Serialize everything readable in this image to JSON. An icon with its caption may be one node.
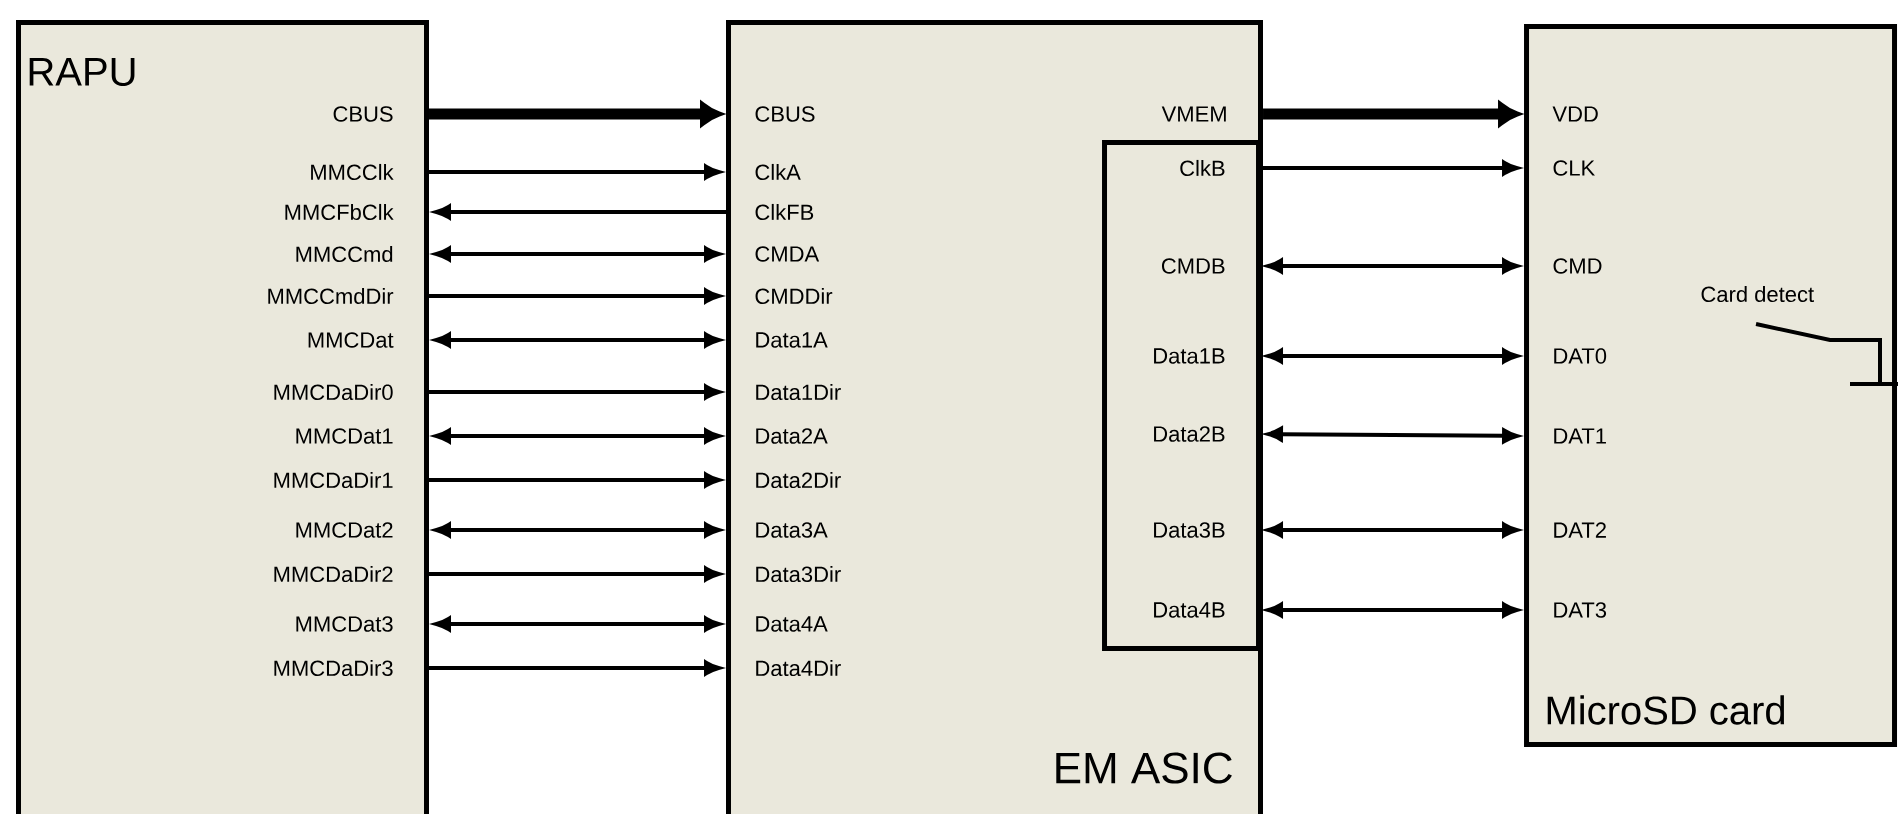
{
  "diagram": {
    "nodes": [
      {
        "text": [
          "RAPU"
        ]
      },
      {
        "text": [
          "CBUS"
        ],
        "in": 0
      },
      {
        "text": [
          "MMCClk"
        ],
        "in": 0
      },
      {
        "text": [
          "MMCFbClk"
        ],
        "in": 0
      },
      {
        "text": [
          "MMCCmd"
        ],
        "in": 0
      },
      {
        "text": [
          "MMCCmdDir"
        ],
        "in": 0
      },
      {
        "text": [
          "MMCDat"
        ],
        "in": 0
      },
      {
        "text": [
          "MMCDaDir0"
        ],
        "in": 0
      },
      {
        "text": [
          "MMCDat1"
        ],
        "in": 0
      },
      {
        "text": [
          "MMCDaDir1"
        ],
        "in": 0
      },
      {
        "text": [
          "MMCDat2"
        ],
        "in": 0
      },
      {
        "text": [
          "MMCDaDir2"
        ],
        "in": 0
      },
      {
        "text": [
          "MMCDat3"
        ],
        "in": 0
      },
      {
        "text": [
          "MMCDaDir3"
        ],
        "in": 0
      },
      {
        "text": [
          "EM ASIC"
        ]
      },
      {
        "text": [
          "CBUS"
        ],
        "in": 14
      },
      {
        "text": [
          "ClkA"
        ],
        "in": 14
      },
      {
        "text": [
          "ClkFB"
        ],
        "in": 14
      },
      {
        "text": [
          "CMDA"
        ],
        "in": 14
      },
      {
        "text": [
          "CMDDir"
        ],
        "in": 14
      },
      {
        "text": [
          "Data1A"
        ],
        "in": 14
      },
      {
        "text": [
          "Data1Dir"
        ],
        "in": 14
      },
      {
        "text": [
          "Data2A"
        ],
        "in": 14
      },
      {
        "text": [
          "Data2Dir"
        ],
        "in": 14
      },
      {
        "text": [
          "Data3A"
        ],
        "in": 14
      },
      {
        "text": [
          "Data3Dir"
        ],
        "in": 14
      },
      {
        "text": [
          "Data4A"
        ],
        "in": 14
      },
      {
        "text": [
          "Data4Dir"
        ],
        "in": 14
      },
      {
        "text": [
          "VMEM"
        ],
        "in": 14
      },
      {
        "text": [],
        "shape": "box",
        "in": 14
      },
      {
        "text": [
          "ClkB"
        ],
        "in": 29
      },
      {
        "text": [
          "CMDB"
        ],
        "in": 29
      },
      {
        "text": [
          "Data1B"
        ],
        "in": 29
      },
      {
        "text": [
          "Data2B"
        ],
        "in": 29
      },
      {
        "text": [
          "Data3B"
        ],
        "in": 29
      },
      {
        "text": [
          "Data4B"
        ],
        "in": 29
      },
      {
        "text": [
          "MicroSD card"
        ]
      },
      {
        "text": [
          "VDD"
        ],
        "in": 36
      },
      {
        "text": [
          "CLK"
        ],
        "in": 36
      },
      {
        "text": [
          "CMD"
        ],
        "in": 36
      },
      {
        "text": [
          "DAT0"
        ],
        "in": 36
      },
      {
        "text": [
          "DAT1"
        ],
        "in": 36
      },
      {
        "text": [
          "DAT2"
        ],
        "in": 36
      },
      {
        "text": [
          "DAT3"
        ],
        "in": 36
      }
    ],
    "edges": [
      {
        "from": 1,
        "to": 15,
        "arrow": "to",
        "style": "thick"
      },
      {
        "from": 2,
        "to": 16,
        "arrow": "to"
      },
      {
        "from": 17,
        "to": 3,
        "arrow": "to"
      },
      {
        "from": 4,
        "to": 18,
        "arrow": "both"
      },
      {
        "from": 5,
        "to": 19,
        "arrow": "to"
      },
      {
        "from": 6,
        "to": 20,
        "arrow": "both"
      },
      {
        "from": 7,
        "to": 21,
        "arrow": "to"
      },
      {
        "from": 8,
        "to": 22,
        "arrow": "both"
      },
      {
        "from": 9,
        "to": 23,
        "arrow": "to"
      },
      {
        "from": 10,
        "to": 24,
        "arrow": "both"
      },
      {
        "from": 11,
        "to": 25,
        "arrow": "to"
      },
      {
        "from": 12,
        "to": 26,
        "arrow": "both"
      },
      {
        "from": 13,
        "to": 27,
        "arrow": "to"
      },
      {
        "from": 28,
        "to": 37,
        "arrow": "to",
        "style": "thick"
      },
      {
        "from": 30,
        "to": 38,
        "arrow": "to"
      },
      {
        "from": 31,
        "to": 39,
        "arrow": "both"
      },
      {
        "from": 32,
        "to": 40,
        "arrow": "both"
      },
      {
        "from": 33,
        "to": 41,
        "arrow": "both"
      },
      {
        "from": 34,
        "to": 42,
        "arrow": "both"
      },
      {
        "from": 35,
        "to": 43,
        "arrow": "both"
      }
    ],
    "labels": [
      "Card detect"
    ]
  }
}
